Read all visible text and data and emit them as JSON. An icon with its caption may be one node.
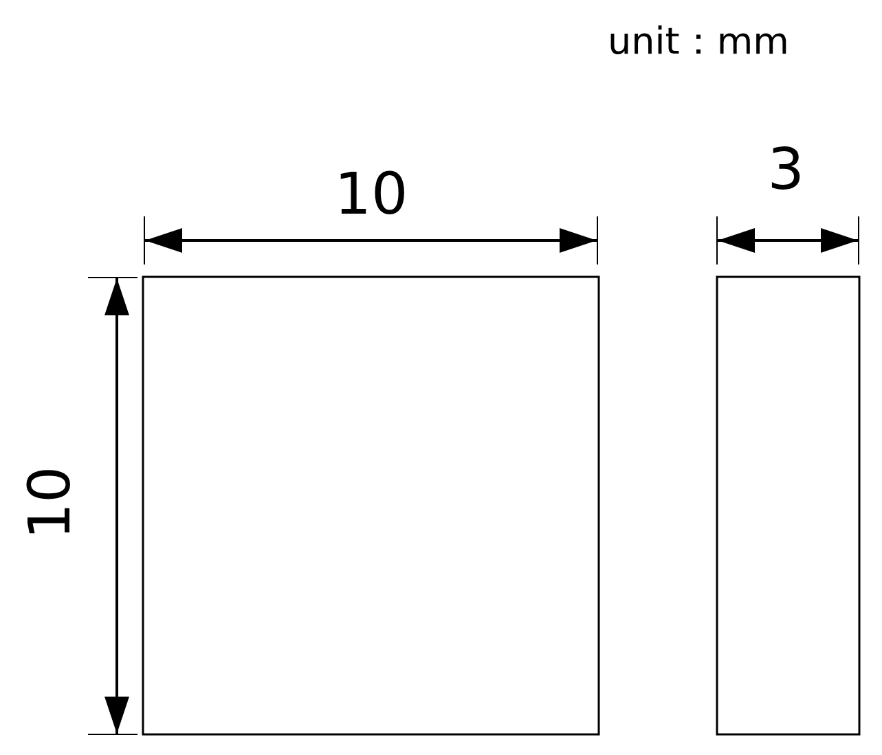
{
  "diagram": {
    "nodes": [
      {
        "text": [],
        "shape": "box"
      },
      {
        "text": [],
        "shape": "box"
      }
    ],
    "labels": [
      "unit：mm",
      "10",
      "3",
      "10"
    ]
  }
}
